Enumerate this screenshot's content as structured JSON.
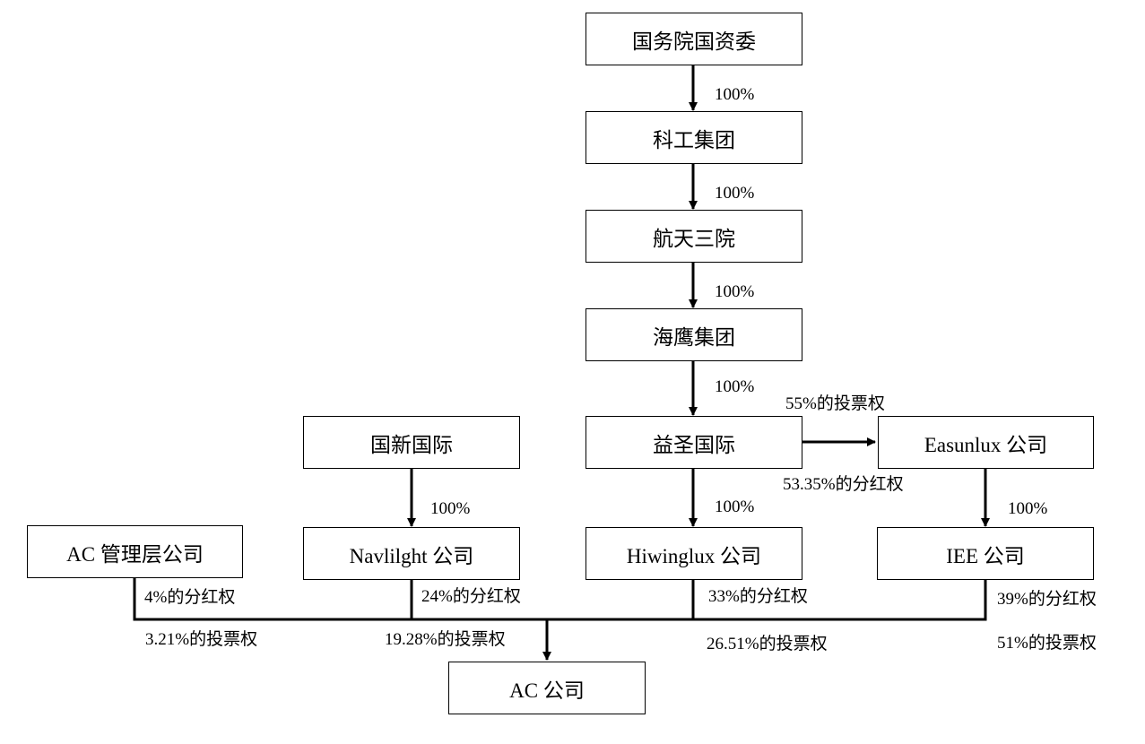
{
  "nodes": {
    "sasac": "国务院国资委",
    "kegong": "科工集团",
    "hangtian3": "航天三院",
    "haiying": "海鹰集团",
    "yisheng": "益圣国际",
    "easunlux": "Easunlux 公司",
    "guoxin": "国新国际",
    "ac_mgmt": "AC 管理层公司",
    "navlilght": "Navlilght 公司",
    "hiwinglux": "Hiwinglux 公司",
    "iee": "IEE 公司",
    "ac": "AC 公司"
  },
  "edges": {
    "sasac_kegong": "100%",
    "kegong_hangtian3": "100%",
    "hangtian3_haiying": "100%",
    "haiying_yisheng": "100%",
    "yisheng_easunlux_vote": "55%的投票权",
    "yisheng_easunlux_dividend": "53.35%的分红权",
    "guoxin_navlilght": "100%",
    "yisheng_hiwinglux": "100%",
    "easunlux_iee": "100%",
    "acmgmt_dividend": "4%的分红权",
    "acmgmt_vote": "3.21%的投票权",
    "navlilght_dividend": "24%的分红权",
    "navlilght_vote": "19.28%的投票权",
    "hiwinglux_dividend": "33%的分红权",
    "hiwinglux_vote": "26.51%的投票权",
    "iee_dividend": "39%的分红权",
    "iee_vote": "51%的投票权"
  }
}
